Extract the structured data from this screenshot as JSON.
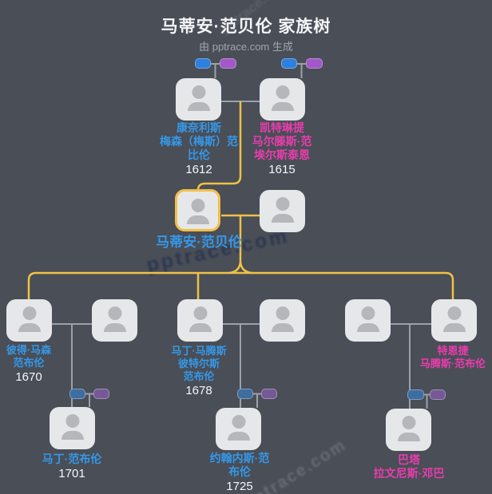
{
  "header": {
    "title": "马蒂安·范贝伦 家族树",
    "subtitle": "由 pptrace.com 生成"
  },
  "watermark": {
    "text": "pptrace.com"
  },
  "colors": {
    "background": "#494e57",
    "card": "#e6e7e9",
    "highlight_yellow": "#f2bf47",
    "connector_yellow": "#f0c143",
    "connector_gray": "#9aa1a8",
    "name_blue": "#3598e8",
    "name_pink": "#ec3cae",
    "year_white": "#f6f7f8",
    "badge_blue": "#2e80e0",
    "badge_purple": "#a457c8"
  },
  "people": {
    "gen1_father": {
      "lines": [
        "康奈利斯",
        "梅森（梅斯）范",
        "比伦"
      ],
      "year": "1612"
    },
    "gen1_mother": {
      "lines": [
        "凯特琳提",
        "马尔滕斯·范",
        "埃尔斯泰恩"
      ],
      "year": "1615"
    },
    "focus": {
      "name": "马蒂安·范贝伦"
    },
    "son_peter": {
      "lines": [
        "彼得·马森",
        "范布伦"
      ],
      "year": "1670"
    },
    "son_martin": {
      "lines": [
        "马丁·马腾斯",
        "彼特尔斯",
        "范布伦"
      ],
      "year": "1678"
    },
    "daughter_teuntje": {
      "lines": [
        "特恩捷",
        "马腾斯·范布伦"
      ]
    },
    "grandson_martin": {
      "lines": [
        "马丁·范布伦"
      ],
      "year": "1701"
    },
    "grandson_johannes": {
      "lines": [
        "约翰内斯·范",
        "布伦"
      ],
      "year": "1725"
    },
    "granddaughter_bata": {
      "lines": [
        "巴塔",
        "拉文尼斯·邓巴"
      ]
    }
  }
}
